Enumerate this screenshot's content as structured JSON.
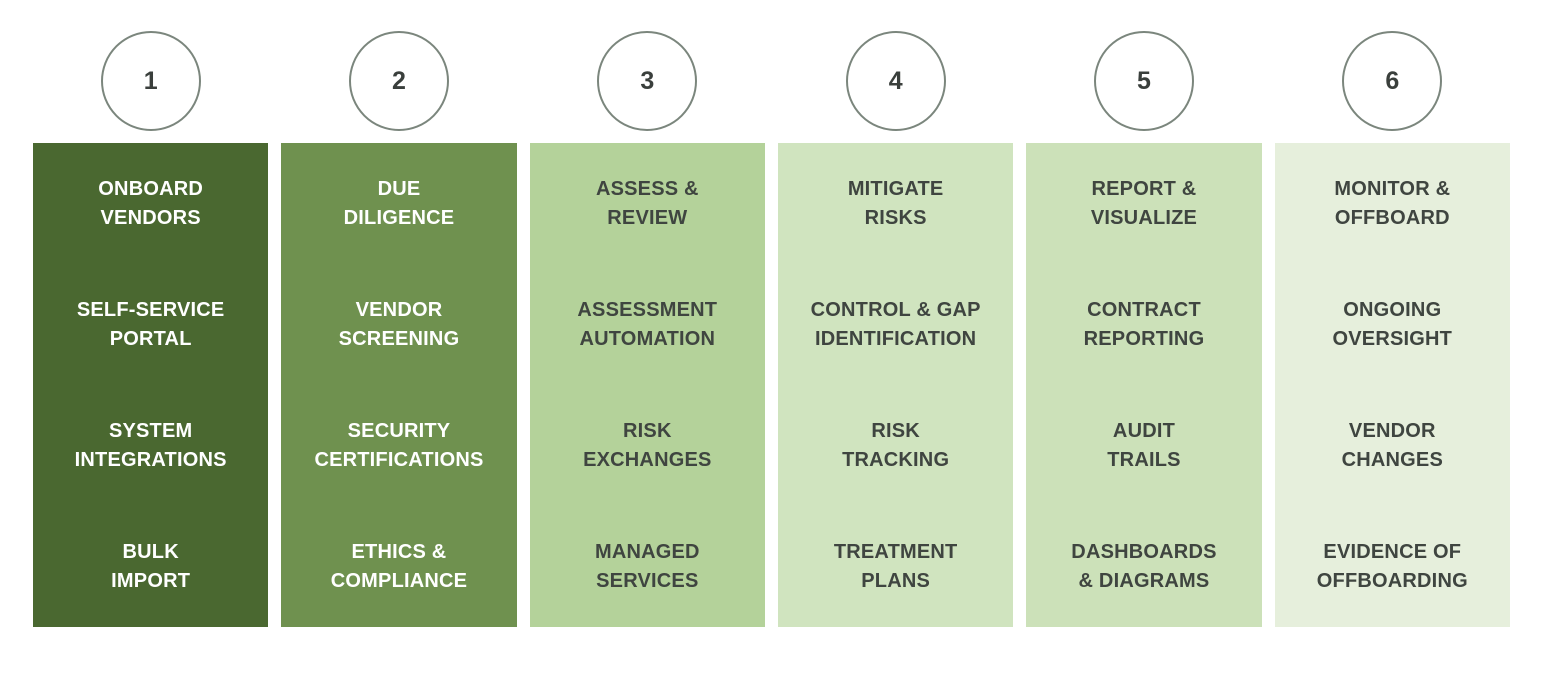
{
  "circles": {
    "border_color": "#7b867d",
    "number_color": "#3a3f3c"
  },
  "columns": [
    {
      "number": "1",
      "color": "#4a6830",
      "text_color": "#ffffff",
      "items": [
        [
          "ONBOARD",
          "VENDORS"
        ],
        [
          "SELF-SERVICE",
          "PORTAL"
        ],
        [
          "SYSTEM",
          "INTEGRATIONS"
        ],
        [
          "BULK",
          "IMPORT"
        ]
      ]
    },
    {
      "number": "2",
      "color": "#6f914f",
      "text_color": "#ffffff",
      "items": [
        [
          "DUE",
          "DILIGENCE"
        ],
        [
          "VENDOR",
          "SCREENING"
        ],
        [
          "SECURITY",
          "CERTIFICATIONS"
        ],
        [
          "ETHICS &",
          "COMPLIANCE"
        ]
      ]
    },
    {
      "number": "3",
      "color": "#b4d29a",
      "text_color": "#3f4540",
      "items": [
        [
          "ASSESS &",
          "REVIEW"
        ],
        [
          "ASSESSMENT",
          "AUTOMATION"
        ],
        [
          "RISK",
          "EXCHANGES"
        ],
        [
          "MANAGED",
          "SERVICES"
        ]
      ]
    },
    {
      "number": "4",
      "color": "#d0e4bf",
      "text_color": "#3f4540",
      "items": [
        [
          "MITIGATE",
          "RISKS"
        ],
        [
          "CONTROL & GAP",
          "IDENTIFICATION"
        ],
        [
          "RISK",
          "TRACKING"
        ],
        [
          "TREATMENT",
          "PLANS"
        ]
      ]
    },
    {
      "number": "5",
      "color": "#cce1b9",
      "text_color": "#3f4540",
      "items": [
        [
          "REPORT &",
          "VISUALIZE"
        ],
        [
          "CONTRACT",
          "REPORTING"
        ],
        [
          "AUDIT",
          "TRAILS"
        ],
        [
          "DASHBOARDS",
          "& DIAGRAMS"
        ]
      ]
    },
    {
      "number": "6",
      "color": "#e6efdc",
      "text_color": "#3f4540",
      "items": [
        [
          "MONITOR &",
          "OFFBOARD"
        ],
        [
          "ONGOING",
          "OVERSIGHT"
        ],
        [
          "VENDOR",
          "CHANGES"
        ],
        [
          "EVIDENCE OF",
          "OFFBOARDING"
        ]
      ]
    }
  ]
}
